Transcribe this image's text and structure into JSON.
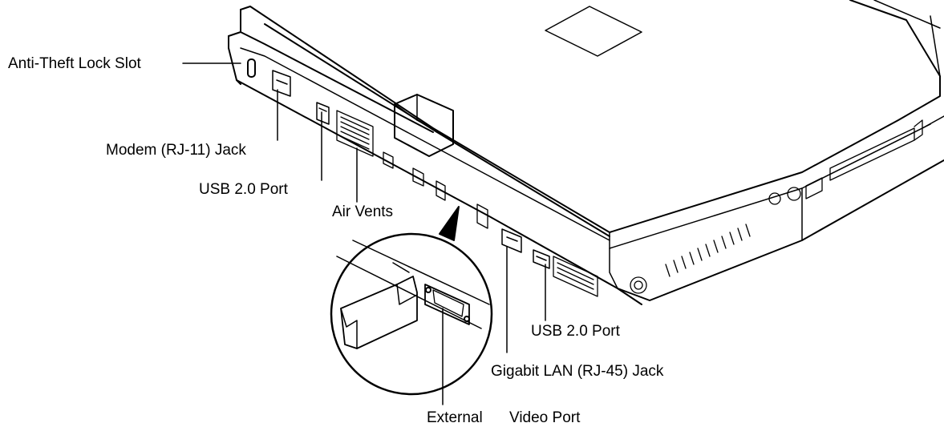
{
  "labels": {
    "anti_theft": "Anti-Theft Lock Slot",
    "modem": "Modem (RJ-11) Jack",
    "usb_left": "USB 2.0 Port",
    "air_vents": "Air Vents",
    "usb_right": "USB 2.0 Port",
    "gigabit_lan": "Gigabit LAN (RJ-45) Jack",
    "external": "External",
    "video_port": "Video Port"
  }
}
